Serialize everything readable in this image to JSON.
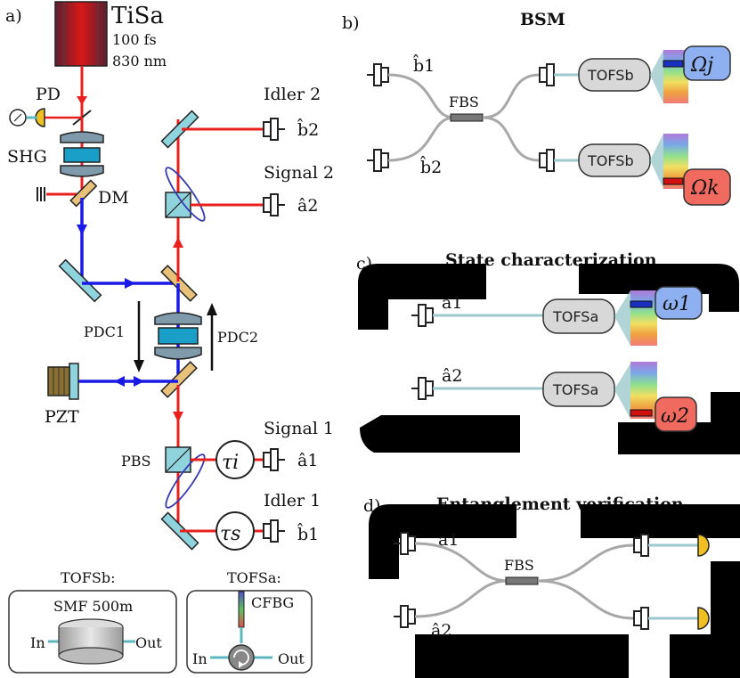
{
  "panel_a": {
    "panel_label": "a)",
    "laser": {
      "name": "TiSa",
      "pulse": "100 fs",
      "wavelength": "830 nm"
    },
    "pd": "PD",
    "shg": "SHG",
    "dm": "DM",
    "pdc1": "PDC1",
    "pdc2": "PDC2",
    "pzt": "PZT",
    "pbs": "PBS",
    "tau_i": "τi",
    "tau_s": "τs",
    "idler2": {
      "label": "Idler 2",
      "mode": "b̂2"
    },
    "signal2": {
      "label": "Signal 2",
      "mode": "â2"
    },
    "signal1": {
      "label": "Signal 1",
      "mode": "â1"
    },
    "idler1": {
      "label": "Idler 1",
      "mode": "b̂1"
    }
  },
  "insets": {
    "tofsb": {
      "title": "TOFSb:",
      "fiber": "SMF 500m",
      "in": "In",
      "out": "Out"
    },
    "tofsa": {
      "title": "TOFSa:",
      "grating": "CFBG",
      "in": "In",
      "out": "Out"
    }
  },
  "panel_b": {
    "panel_label": "b)",
    "title": "BSM",
    "input_top": "b̂1",
    "input_bottom": "b̂2",
    "fbs": "FBS",
    "spectrometer": "TOFSb",
    "out_top": "Ωj",
    "out_bottom": "Ωk"
  },
  "panel_c": {
    "panel_label": "c)",
    "title": "State characterization",
    "input_top": "a1",
    "input_bottom": "â2",
    "spectrometer": "TOFSa",
    "out_top": "ω1",
    "out_bottom": "ω2"
  },
  "panel_d": {
    "panel_label": "d)",
    "title": "Entanglement verification",
    "input_top": "a1",
    "input_bottom": "â2",
    "fbs": "FBS"
  },
  "colors": {
    "red_beam": "#e8201e",
    "blue_beam": "#1a1ae6",
    "fiber": "#9ec9cc",
    "fiber_grey": "#a8a8a8",
    "cube": "#8fd4dc",
    "mirror": "#8fd4dc",
    "dichroic": "#e8c27a",
    "detector": "#f0c020",
    "omega_top": "#8fb0f0",
    "omega_bottom": "#f06a60"
  }
}
